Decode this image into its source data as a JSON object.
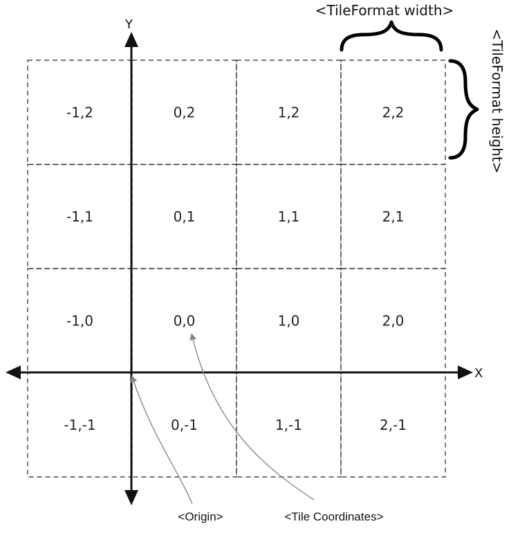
{
  "diagram": {
    "axes": {
      "x_label": "X",
      "y_label": "Y"
    },
    "tile_width_label": "<TileFormat width>",
    "tile_height_label": "<TileFormat height>",
    "origin_label": "<Origin>",
    "tile_coordinates_label": "<Tile Coordinates>",
    "rows": [
      [
        "-1,2",
        "0,2",
        "1,2",
        "2,2"
      ],
      [
        "-1,1",
        "0,1",
        "1,1",
        "2,1"
      ],
      [
        "-1,0",
        "0,0",
        "1,0",
        "2,0"
      ],
      [
        "-1,-1",
        "0,-1",
        "1,-1",
        "2,-1"
      ]
    ]
  },
  "colors": {
    "line": "#222222",
    "pointer": "#888888",
    "background": "#ffffff"
  }
}
